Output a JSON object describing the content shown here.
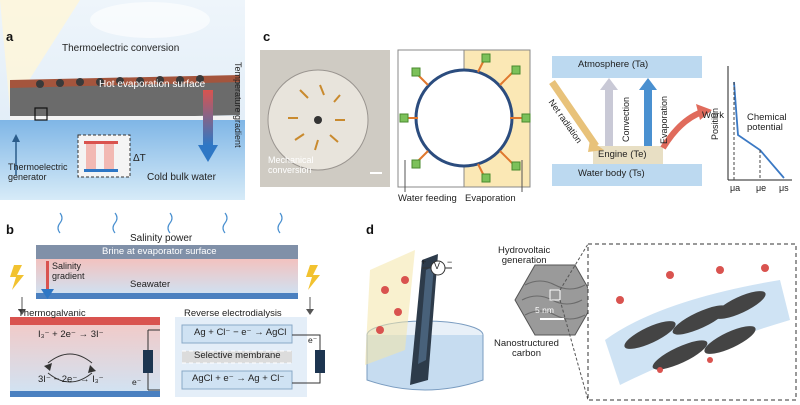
{
  "panels": {
    "a": {
      "label": "a",
      "title": "Thermoelectric conversion",
      "hot_surface": "Hot evaporation surface",
      "temperature_gradient": "Temperature gradient",
      "generator": "Thermoelectric\ngenerator",
      "delta_t": "ΔT",
      "cold_water": "Cold bulk water"
    },
    "b": {
      "label": "b",
      "title": "Salinity  power",
      "brine": "Brine at evaporator surface",
      "salinity_gradient": "Salinity\ngradient",
      "seawater": "Seawater",
      "thermogalvanic": "Thermogalvanic",
      "reaction_top": "I₃⁻ + 2e⁻ → 3I⁻",
      "reaction_bottom": "3I⁻ − 2e⁻ → I₃⁻",
      "electron": "e⁻",
      "red": "Reverse electrodialysis",
      "red_top": "Ag + Cl⁻ − e⁻ → AgCl",
      "membrane": "Selective membrane",
      "red_bottom": "AgCl + e⁻ → Ag + Cl⁻"
    },
    "c": {
      "label": "c",
      "mechanical": "Mechanical\nconversion",
      "water_feeding": "Water feeding",
      "evaporation": "Evaporation",
      "atmosphere": "Atmosphere (Ta)",
      "net_radiation": "Net radiation",
      "convection": "Convection",
      "evaporation_arrow": "Evaporation",
      "work": "Work",
      "engine": "Engine (Te)",
      "water_body": "Water body (Ts)",
      "position": "Position",
      "chemical_potential": "Chemical\npotential",
      "mu_labels": [
        "μa",
        "μe",
        "μs"
      ]
    },
    "d": {
      "label": "d",
      "voltmeter": "V",
      "plus": "+",
      "minus": "−",
      "hydrovoltaic": "Hydrovoltaic\ngeneration",
      "scale": "5 nm",
      "carbon": "Nanostructured\ncarbon"
    }
  },
  "colors": {
    "water_blue": "#4a90d0",
    "hot_red": "#d9534f",
    "box_blue": "#bcd9f0",
    "engine_tan": "#e8dfc4",
    "evap_yellow": "#fbe8b5",
    "green": "#7cc15a"
  }
}
